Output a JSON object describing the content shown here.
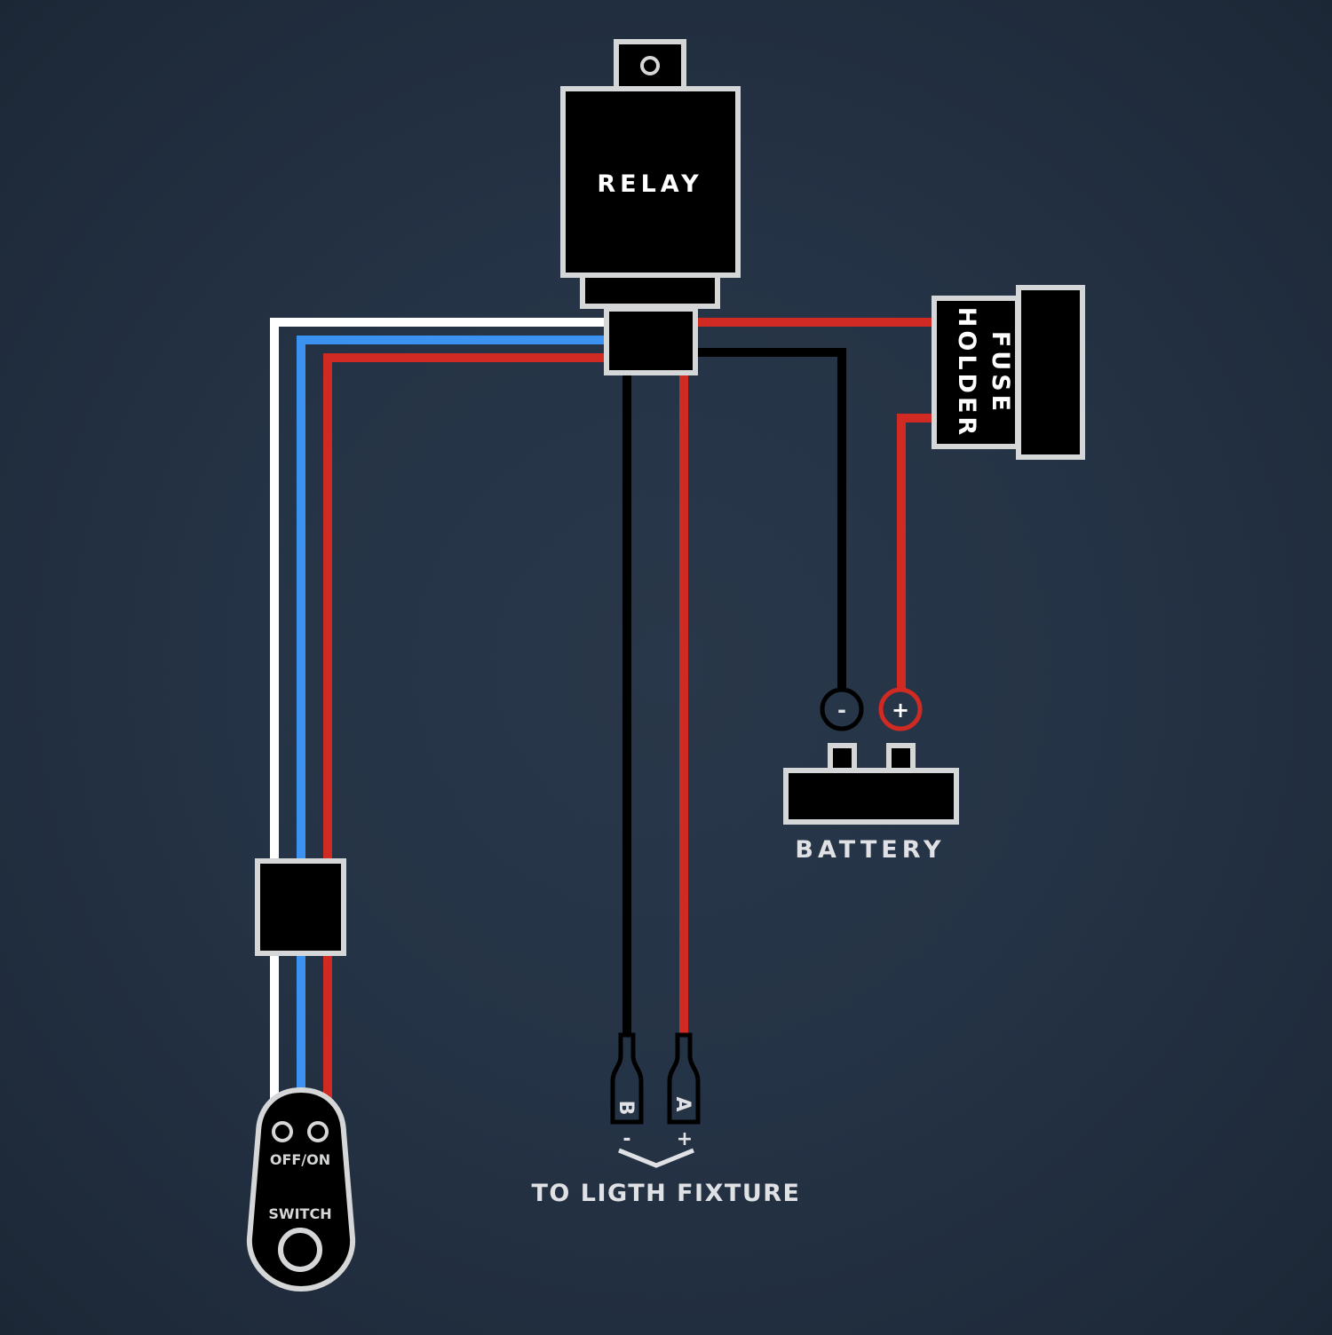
{
  "title": "Light bar wiring harness diagram",
  "colors": {
    "background": "#253346",
    "outline": "#d5d6d7",
    "component_fill": "#000000",
    "wire_white": "#ffffff",
    "wire_blue": "#3b92f0",
    "wire_red": "#d12a23",
    "wire_black": "#000000",
    "label_text": "#dfe1e4"
  },
  "components": {
    "relay": {
      "label": "RELAY"
    },
    "fuse_holder": {
      "label_line1": "FUSE",
      "label_line2": "HOLDER"
    },
    "battery": {
      "label": "BATTERY",
      "negative_symbol": "-",
      "positive_symbol": "+"
    },
    "switch": {
      "label_top": "OFF/ON",
      "label_bottom": "SWITCH"
    },
    "light_connectors": {
      "connector_b": {
        "letter": "B",
        "polarity": "-"
      },
      "connector_a": {
        "letter": "A",
        "polarity": "+"
      },
      "label": "TO LIGTH FIXTURE"
    }
  },
  "wires": [
    {
      "name": "switch-white-wire",
      "color": "white",
      "from": "relay-junction",
      "to": "switch"
    },
    {
      "name": "switch-blue-wire",
      "color": "blue",
      "from": "relay-junction",
      "to": "switch"
    },
    {
      "name": "switch-red-wire",
      "color": "red",
      "from": "relay-junction",
      "to": "switch"
    },
    {
      "name": "fuse-red-wire",
      "color": "red",
      "from": "relay-junction",
      "to": "fuse-holder"
    },
    {
      "name": "battery-positive-wire",
      "color": "red",
      "from": "fuse-holder",
      "to": "battery-positive"
    },
    {
      "name": "battery-negative-wire",
      "color": "black",
      "from": "relay-junction",
      "to": "battery-negative"
    },
    {
      "name": "fixture-negative-wire",
      "color": "black",
      "from": "relay-junction",
      "to": "connector-b"
    },
    {
      "name": "fixture-positive-wire",
      "color": "red",
      "from": "relay-junction",
      "to": "connector-a"
    }
  ]
}
